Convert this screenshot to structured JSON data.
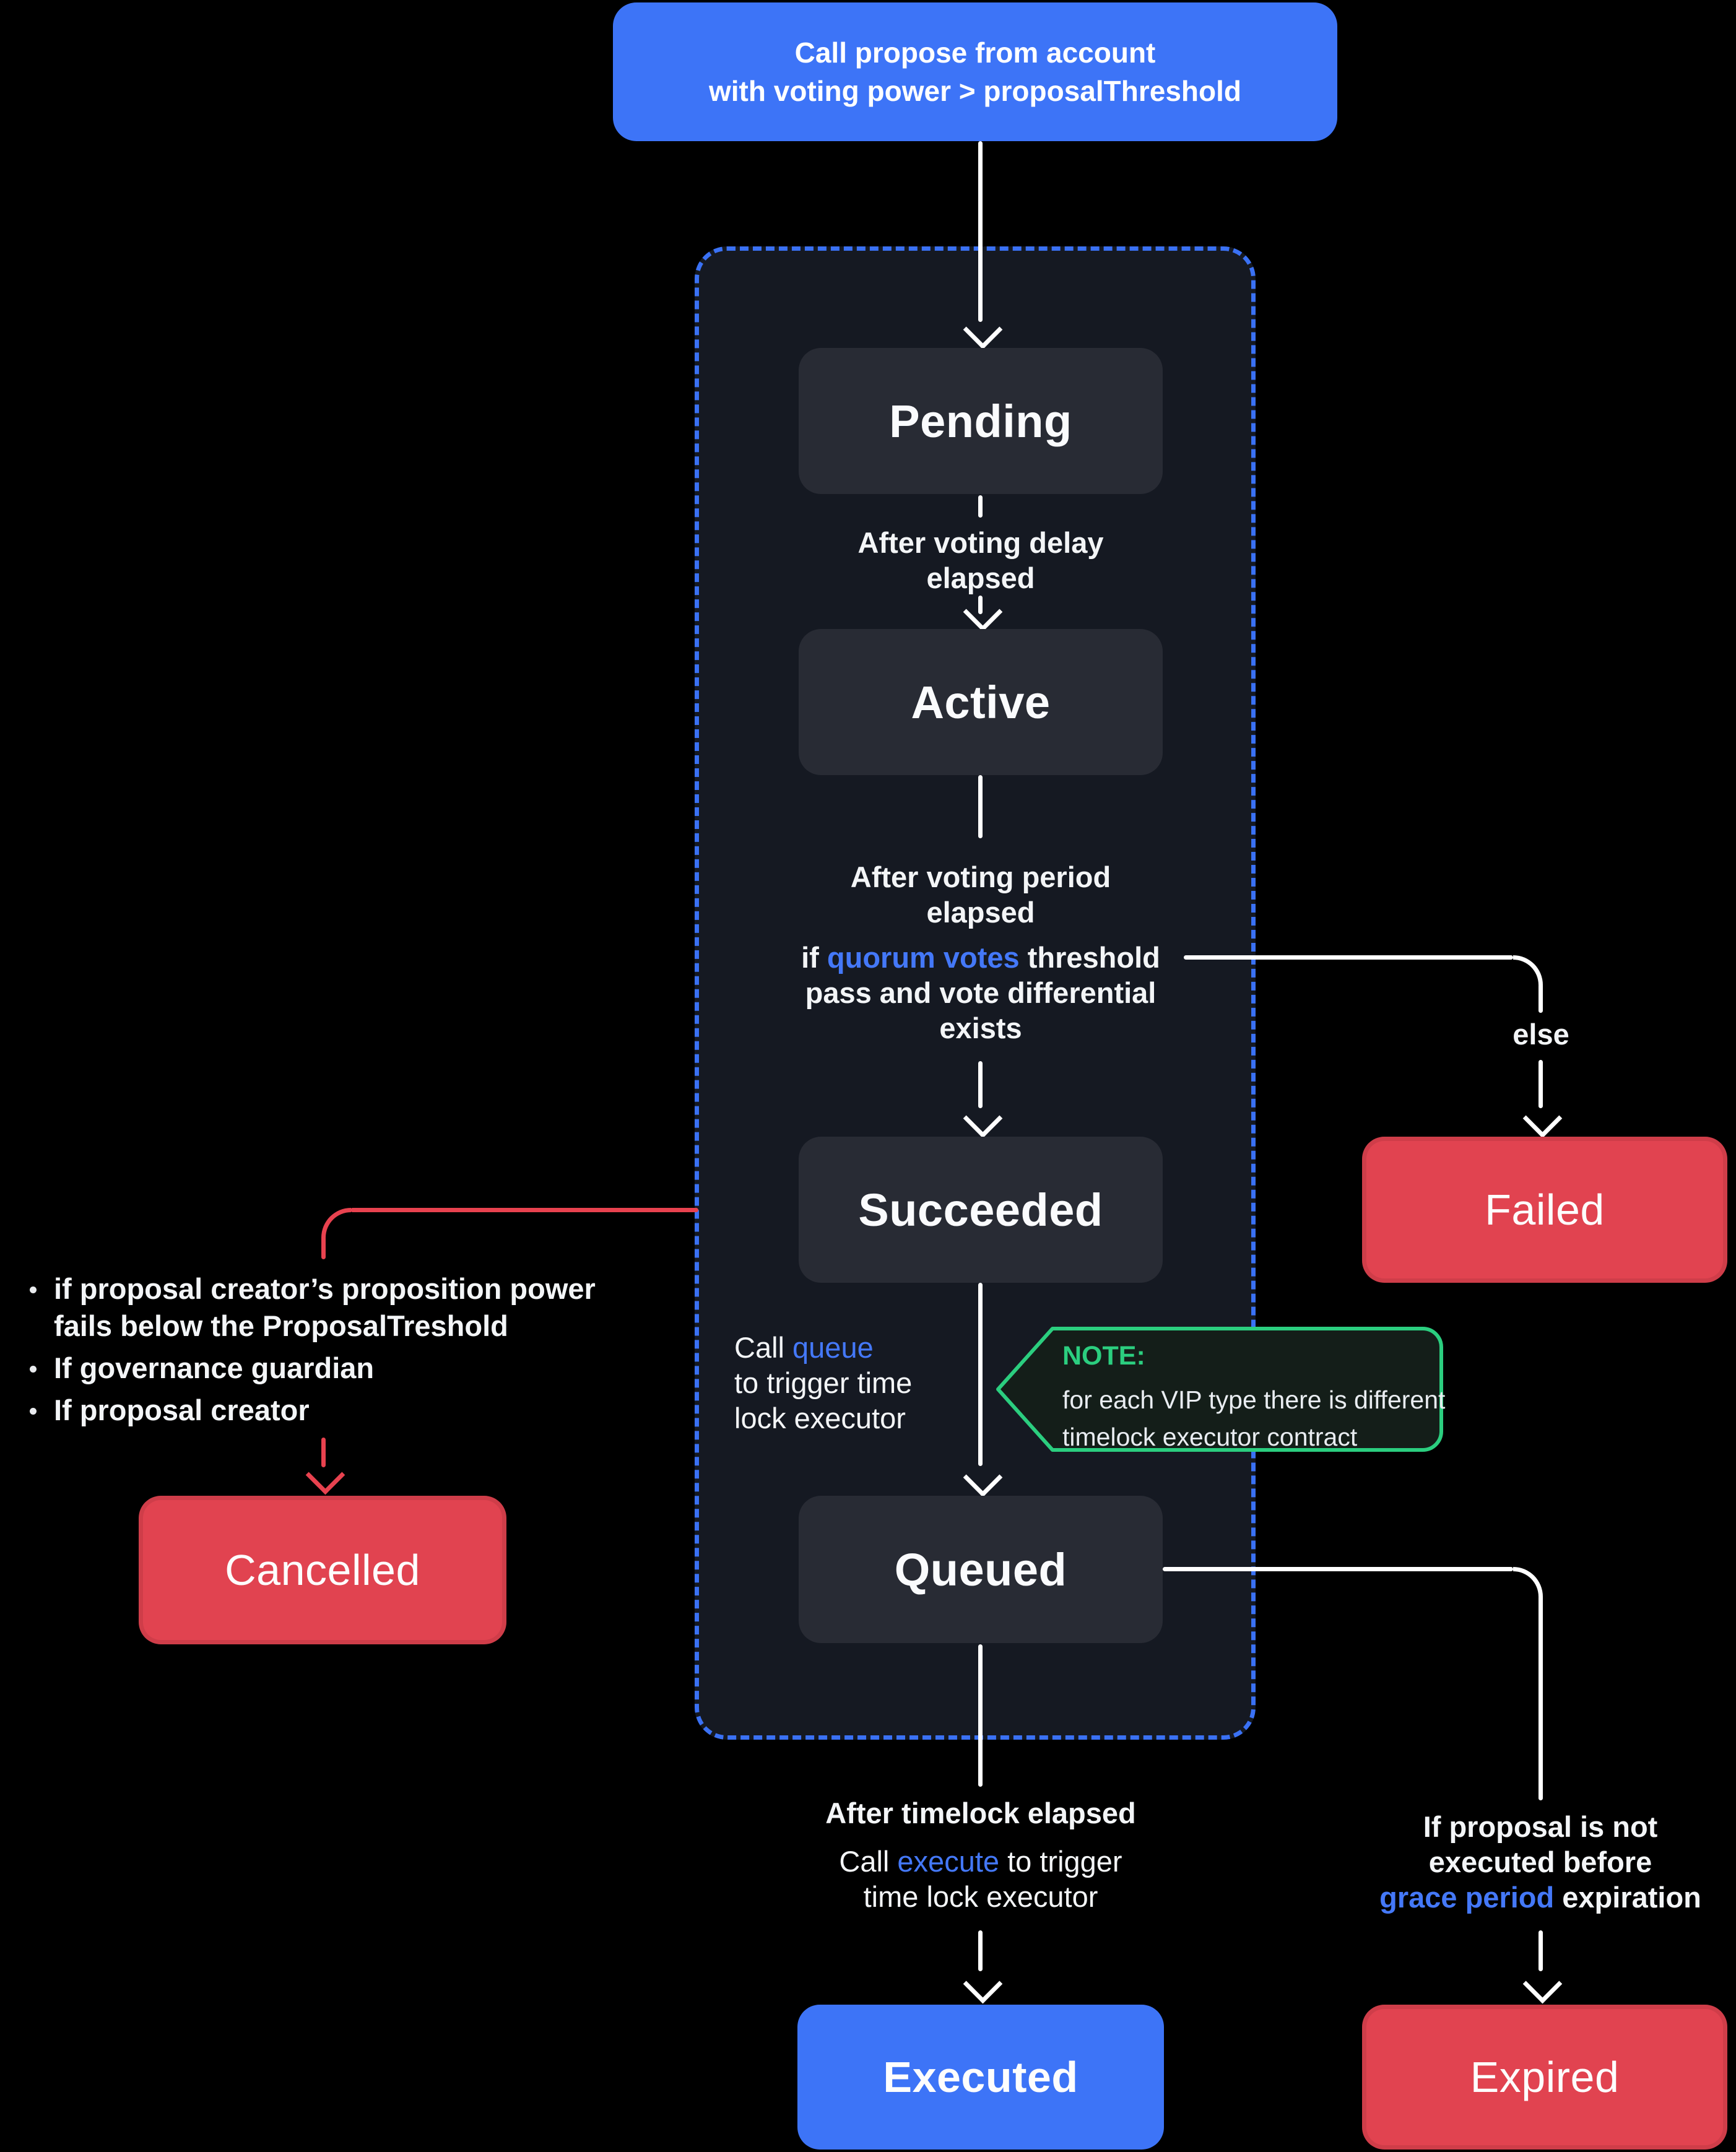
{
  "colors": {
    "background": "#000000",
    "accent_blue": "#3D74F7",
    "link_blue": "#4478F8",
    "status_red": "#E14350",
    "connector_red": "#E8424F",
    "note_green": "#2BCE7F",
    "box_gray": "#282B34",
    "container_bg": "#151922",
    "dashed_border_blue": "#3A71F4",
    "text_white": "#F3F5F7"
  },
  "start": {
    "line1": "Call propose from account",
    "line2": "with voting power > proposalThreshold"
  },
  "states": {
    "pending": "Pending",
    "active": "Active",
    "succeeded": "Succeeded",
    "queued": "Queued",
    "failed": "Failed",
    "cancelled": "Cancelled",
    "executed": "Executed",
    "expired": "Expired"
  },
  "labels": {
    "after_voting_delay_1": "After voting delay",
    "after_voting_delay_2": "elapsed",
    "after_voting_period_1": "After voting period",
    "after_voting_period_2": "elapsed",
    "quorum_pre": "if ",
    "quorum_link": "quorum votes",
    "quorum_post": " threshold",
    "quorum_line2": "pass and vote differential",
    "quorum_line3": "exists",
    "else": "else",
    "call_queue_pre": "Call ",
    "call_queue_link": "queue",
    "call_queue_line2": "to trigger time",
    "call_queue_line3": "lock executor",
    "after_timelock": "After timelock elapsed",
    "call_execute_pre": "Call ",
    "call_execute_link": "execute",
    "call_execute_post": " to trigger",
    "call_execute_line2": "time lock executor",
    "expired_line1": "If proposal is not",
    "expired_line2": "executed before",
    "expired_link": "grace period",
    "expired_post": " expiration"
  },
  "cancel_conditions": {
    "items": [
      "if proposal creator’s proposition power fails below the ProposalTreshold",
      "If governance guardian",
      "If proposal creator"
    ]
  },
  "note": {
    "title": "NOTE:",
    "line1": "for each VIP type there is different",
    "line2": "timelock executor contract"
  }
}
